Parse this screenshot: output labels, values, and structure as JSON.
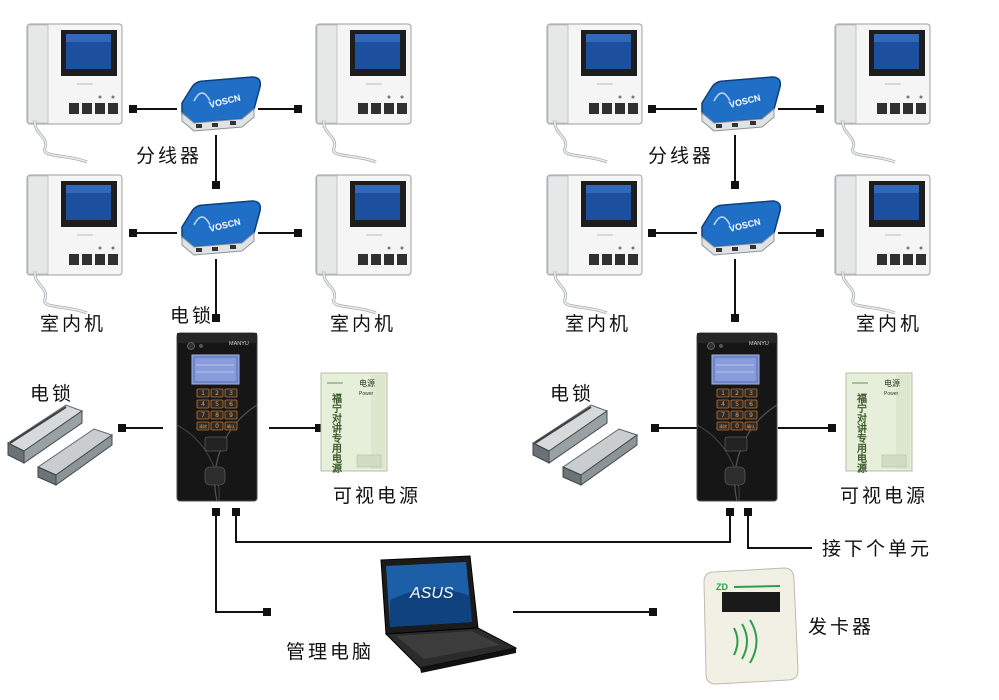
{
  "labels": {
    "splitter": "分线器",
    "indoor_unit": "室内机",
    "electric_lock": "电锁",
    "visual_power": "可视电源",
    "next_unit": "接下个单元",
    "management_pc": "管理电脑",
    "card_issuer": "发卡器"
  },
  "device_text": {
    "splitter_brand": "VOSCN",
    "panel_brand": "MANYU",
    "keypad_keys": [
      "1",
      "2",
      "3",
      "4",
      "5",
      "6",
      "7",
      "8",
      "9",
      "清除",
      "0",
      "确认"
    ],
    "power_header": "电源",
    "power_header_en": "Power",
    "power_vertical": "福宁对讲专用电源",
    "laptop_brand": "ASUS",
    "card_reader_logo": "ZD"
  },
  "colors": {
    "line": "#111111",
    "splitter_blue": "#1f6fc7",
    "monitor_blue": "#1c4f9e",
    "panel_body": "#161616",
    "power_green": "#e6efd9",
    "card_reader": "#f1f0e4",
    "card_logo_green": "#2f9e48"
  }
}
